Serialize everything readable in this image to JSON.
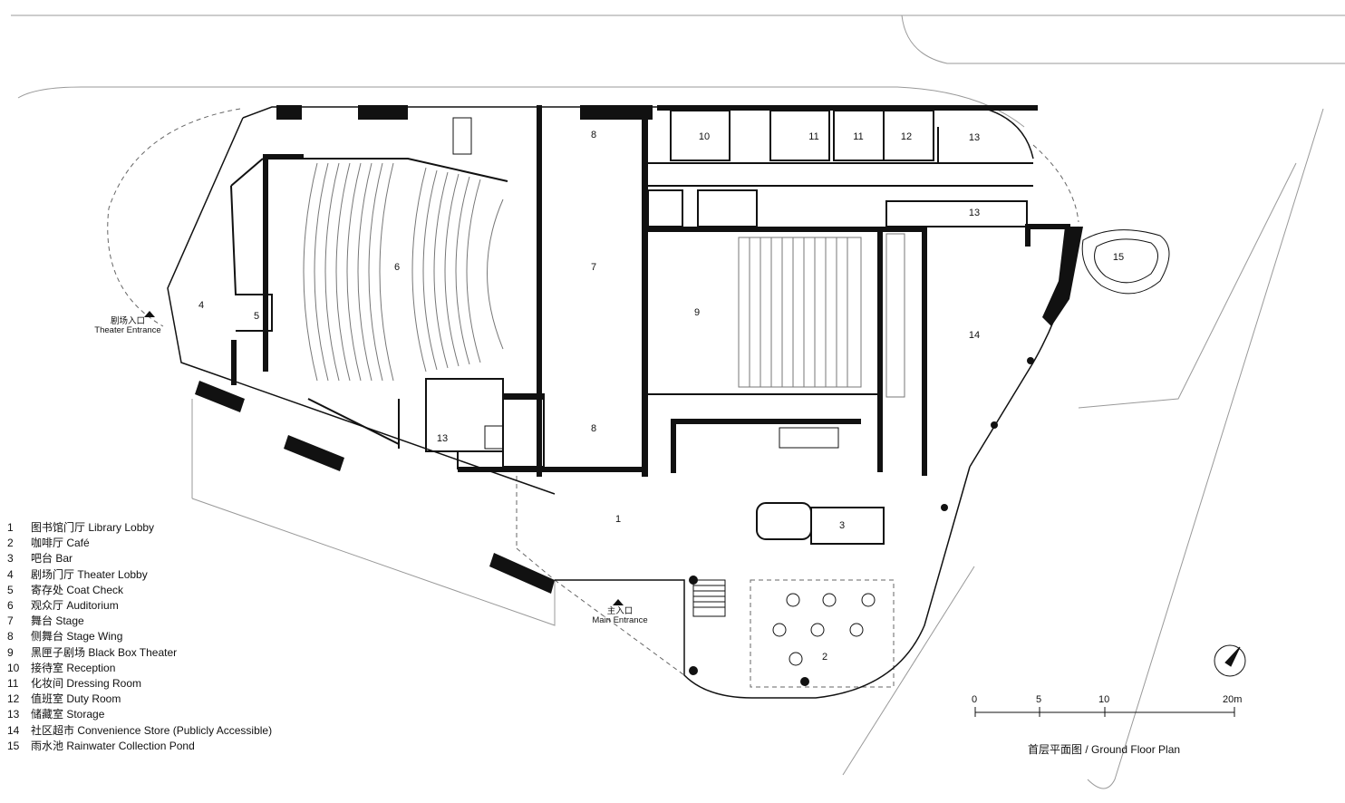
{
  "legend": [
    {
      "num": "1",
      "label": "图书馆门厅 Library Lobby"
    },
    {
      "num": "2",
      "label": "咖啡厅 Café"
    },
    {
      "num": "3",
      "label": "吧台 Bar"
    },
    {
      "num": "4",
      "label": "剧场门厅 Theater Lobby"
    },
    {
      "num": "5",
      "label": "寄存处 Coat Check"
    },
    {
      "num": "6",
      "label": "观众厅 Auditorium"
    },
    {
      "num": "7",
      "label": "舞台 Stage"
    },
    {
      "num": "8",
      "label": "侧舞台 Stage Wing"
    },
    {
      "num": "9",
      "label": "黑匣子剧场 Black Box Theater"
    },
    {
      "num": "10",
      "label": "接待室 Reception"
    },
    {
      "num": "11",
      "label": "化妆间 Dressing Room"
    },
    {
      "num": "12",
      "label": "值班室 Duty Room"
    },
    {
      "num": "13",
      "label": "储藏室 Storage"
    },
    {
      "num": "14",
      "label": "社区超市 Convenience Store (Publicly Accessible)"
    },
    {
      "num": "15",
      "label": "雨水池 Rainwater Collection Pond"
    }
  ],
  "rooms": {
    "r1": "1",
    "r2": "2",
    "r3": "3",
    "r4": "4",
    "r5": "5",
    "r6": "6",
    "r7": "7",
    "r8a": "8",
    "r8b": "8",
    "r9": "9",
    "r10": "10",
    "r11a": "11",
    "r11b": "11",
    "r12": "12",
    "r13a": "13",
    "r13b": "13",
    "r13c": "13",
    "r14": "14",
    "r15": "15"
  },
  "entrances": {
    "theater_cn": "剧场入口",
    "theater_en": "Theater Entrance",
    "main_cn": "主入口",
    "main_en": "Main Entrance"
  },
  "scale_bar": {
    "t0": "0",
    "t5": "5",
    "t10": "10",
    "t20": "20m"
  },
  "caption": "首层平面图 / Ground Floor Plan"
}
